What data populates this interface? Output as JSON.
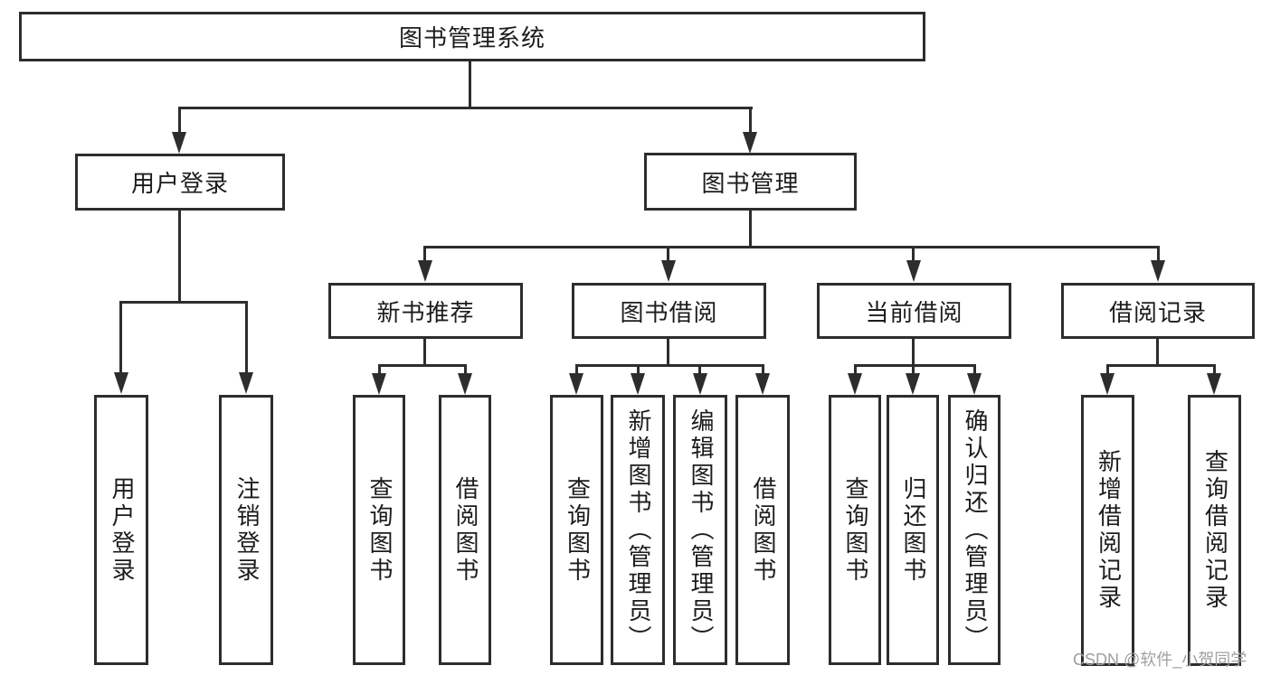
{
  "diagram_title": "图书管理系统",
  "nodes": {
    "root": "图书管理系统",
    "user_login": "用户登录",
    "book_mgmt": "图书管理",
    "new_book_rec": "新书推荐",
    "book_borrowing": "图书借阅",
    "current_borrowing": "当前借阅",
    "borrowing_records": "借阅记录",
    "leaf_user_login": "用户登录",
    "leaf_logout": "注销登录",
    "leaf_nbr_query_books": "查询图书",
    "leaf_nbr_borrow_books": "借阅图书",
    "leaf_bb_query_books": "查询图书",
    "leaf_bb_add_books": "新增图书（管理员）",
    "leaf_bb_edit_books": "编辑图书（管理员）",
    "leaf_bb_borrow_books": "借阅图书",
    "leaf_cb_query_books": "查询图书",
    "leaf_cb_return_books": "归还图书",
    "leaf_cb_confirm_return": "确认归还（管理员）",
    "leaf_br_add_record": "新增借阅记录",
    "leaf_br_query_record": "查询借阅记录"
  },
  "watermark": "CSDN @软件_小贺同学",
  "colors": {
    "line": "#2d2d2d",
    "text": "#1c1c1c",
    "watermark": "#a0a0a0",
    "background": "#ffffff"
  }
}
